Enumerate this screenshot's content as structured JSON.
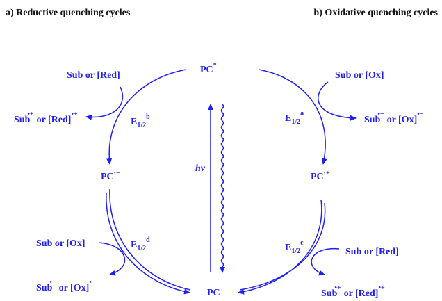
{
  "colors": {
    "stroke": "#1f1ff0",
    "heading": "#111111"
  },
  "headings": {
    "left": "a) Reductive quenching cycles",
    "right": "b) Oxidative quenching cycles"
  },
  "species": {
    "pc_excited": "PC",
    "pc_excited_sup": "*",
    "pc_reduced": "PC",
    "pc_reduced_sup": "·−",
    "pc_oxidized": "PC",
    "pc_oxidized_sup": "·+",
    "pc_ground": "PC"
  },
  "light": {
    "label": "hν"
  },
  "potentials": {
    "a": {
      "main": "E",
      "sub": "1/2",
      "sup": "a"
    },
    "b": {
      "main": "E",
      "sub": "1/2",
      "sup": "b"
    },
    "c": {
      "main": "E",
      "sub": "1/2",
      "sup": "c"
    },
    "d": {
      "main": "E",
      "sub": "1/2",
      "sup": "d"
    }
  },
  "reagents": {
    "top_left_in": "Sub or [Red]",
    "top_left_out_sub": "Sub",
    "top_left_out_mid": "or  [Red]",
    "top_left_out_charge": "•+",
    "top_right_in": "Sub or [Ox]",
    "top_right_out_sub": "Sub",
    "top_right_out_mid": "or  [Ox]",
    "top_right_out_charge": "•−",
    "bottom_left_in": "Sub or [Ox]",
    "bottom_left_out_sub": "Sub",
    "bottom_left_out_mid": "or  [Ox]",
    "bottom_left_out_charge": "•−",
    "bottom_right_in": "Sub or [Red]",
    "bottom_right_out_sub": "Sub",
    "bottom_right_out_mid": "or  [Red]",
    "bottom_right_out_charge": "•+"
  }
}
